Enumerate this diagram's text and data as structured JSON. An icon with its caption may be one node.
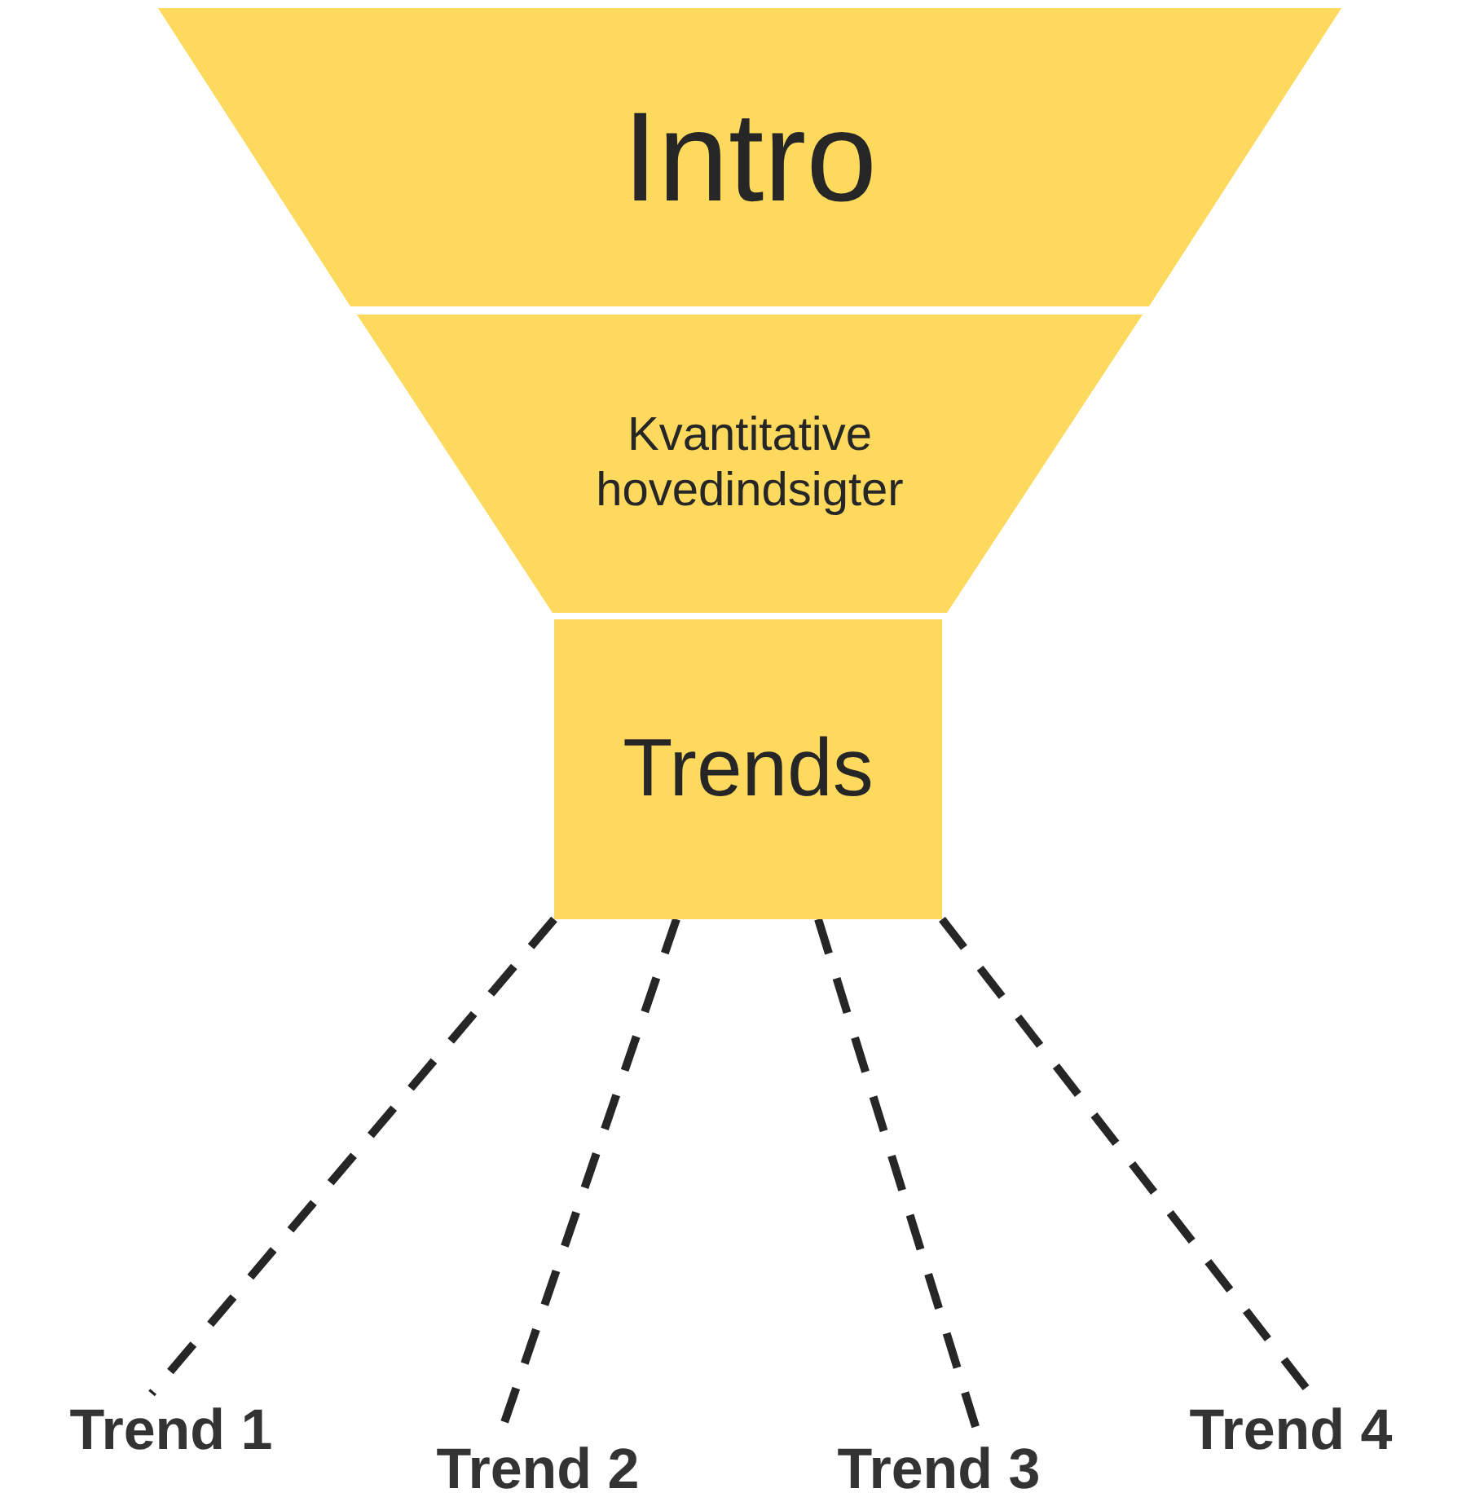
{
  "diagram": {
    "nodes": [
      {
        "text": [
          "Intro"
        ]
      },
      {
        "text": [
          "Kvantitative hovedindsigter"
        ]
      },
      {
        "text": [
          "Trends"
        ]
      },
      {
        "text": [
          "Trend 1"
        ]
      },
      {
        "text": [
          "Trend 2"
        ]
      },
      {
        "text": [
          "Trend 3"
        ]
      },
      {
        "text": [
          "Trend 4"
        ]
      }
    ],
    "edges": [
      {
        "from": 2,
        "to": 3,
        "arrow": "none",
        "style": "dashed"
      },
      {
        "from": 2,
        "to": 4,
        "arrow": "none",
        "style": "dashed"
      },
      {
        "from": 2,
        "to": 5,
        "arrow": "none",
        "style": "dashed"
      },
      {
        "from": 2,
        "to": 6,
        "arrow": "none",
        "style": "dashed"
      }
    ]
  }
}
